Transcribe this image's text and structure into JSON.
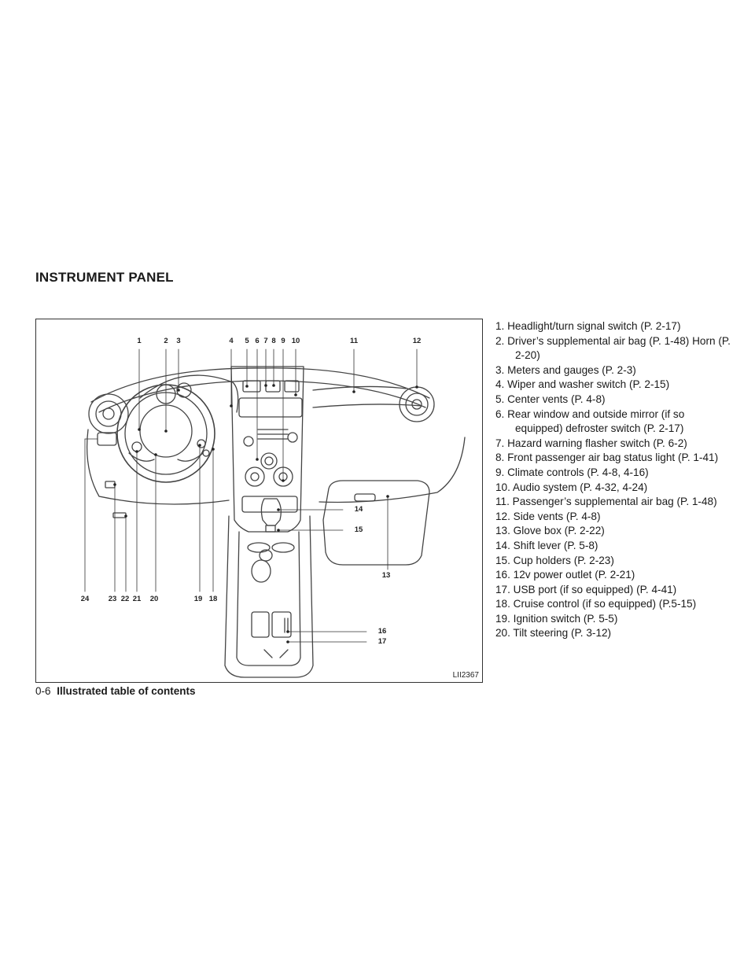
{
  "section_title": "INSTRUMENT PANEL",
  "figure": {
    "label": "LII2367",
    "callouts": [
      "1",
      "2",
      "3",
      "4",
      "5",
      "6",
      "7",
      "8",
      "9",
      "10",
      "11",
      "12",
      "13",
      "14",
      "15",
      "16",
      "17",
      "18",
      "19",
      "20",
      "21",
      "22",
      "23",
      "24"
    ]
  },
  "legend": [
    "1. Headlight/turn signal switch (P. 2-17)",
    "2. Driver’s supplemental air bag (P. 1-48) Horn (P. 2-20)",
    "3. Meters and gauges (P. 2-3)",
    "4. Wiper and washer switch (P. 2-15)",
    "5. Center vents (P. 4-8)",
    "6. Rear window and outside mirror (if so equipped) defroster switch (P. 2-17)",
    "7. Hazard warning flasher switch (P. 6-2)",
    "8. Front passenger air bag status light (P. 1-41)",
    "9. Climate controls (P. 4-8, 4-16)",
    "10. Audio system (P. 4-32, 4-24)",
    "11. Passenger’s supplemental air bag (P. 1-48)",
    "12. Side vents (P. 4-8)",
    "13. Glove box (P. 2-22)",
    "14. Shift lever (P. 5-8)",
    "15. Cup holders (P. 2-23)",
    "16. 12v power outlet (P. 2-21)",
    "17. USB port (if so equipped) (P. 4-41)",
    "18. Cruise control (if so equipped) (P.5-15)",
    "19. Ignition switch (P. 5-5)",
    "20. Tilt steering (P. 3-12)"
  ],
  "footer": {
    "page_number": "0-6",
    "title": "Illustrated table of contents"
  }
}
